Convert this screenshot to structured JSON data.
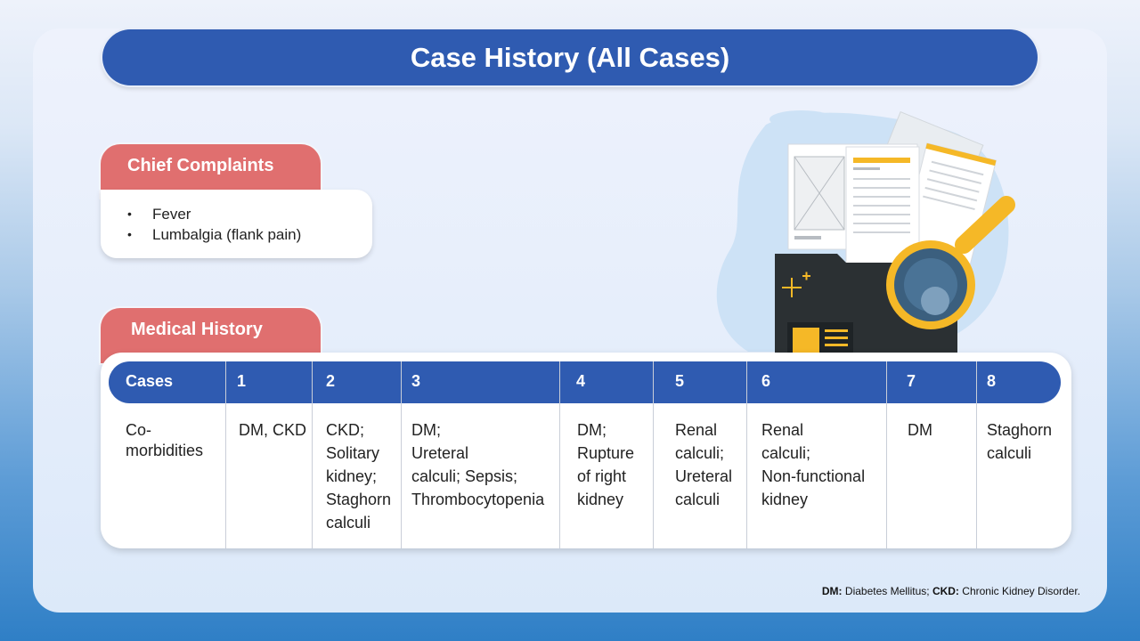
{
  "title": "Case History (All Cases)",
  "chief_complaints": {
    "label": "Chief Complaints",
    "items": [
      "Fever",
      "Lumbalgia (flank pain)"
    ]
  },
  "medical_history": {
    "label": "Medical History",
    "table": {
      "header": [
        "Cases",
        "1",
        "2",
        "3",
        "4",
        "5",
        "6",
        "7",
        "8"
      ],
      "row": {
        "label": [
          "Co-",
          "morbidities"
        ],
        "cells": [
          [
            "DM, CKD"
          ],
          [
            "CKD;",
            "Solitary",
            "kidney;",
            "Staghorn",
            "calculi"
          ],
          [
            "DM;",
            "Ureteral",
            "calculi; Sepsis;",
            "Thrombocytopenia"
          ],
          [
            "DM;",
            "Rupture",
            "of right",
            "kidney"
          ],
          [
            "Renal",
            "calculi;",
            "Ureteral",
            "calculi"
          ],
          [
            "Renal",
            "calculi;",
            "Non-functional",
            "kidney"
          ],
          [
            "DM"
          ],
          [
            "Staghorn",
            "calculi"
          ]
        ]
      }
    }
  },
  "footnote": {
    "dm_abbr": "DM:",
    "dm_text": " Diabetes Mellitus; ",
    "ckd_abbr": "CKD:",
    "ckd_text": " Chronic Kidney Disorder."
  },
  "colors": {
    "primary_blue": "#2f5bb1",
    "tab_red": "#e06f6f",
    "accent_yellow": "#f5b827",
    "folder_dark": "#2b3033"
  },
  "illustration": "folder-documents-magnifier-icon"
}
